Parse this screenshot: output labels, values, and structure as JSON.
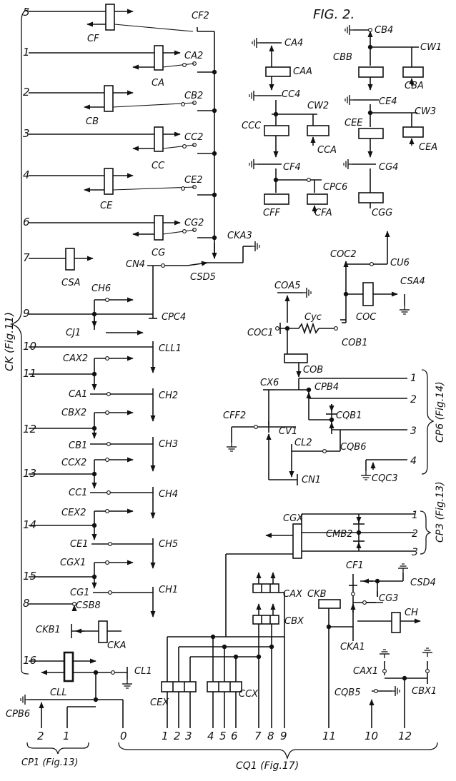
{
  "figure_title": "FIG. 2.",
  "groups": {
    "ck": "CK (Fig.11)",
    "cq1": "CQ1 (Fig.17)",
    "cp1": "CP1 (Fig.13)",
    "cp6": "CP6 (Fig.14)",
    "cp3": "CP3 (Fig.13)"
  },
  "left_terminals": [
    "5",
    "1",
    "2",
    "3",
    "4",
    "6",
    "7",
    "9",
    "10",
    "11",
    "12",
    "13",
    "14",
    "15",
    "8",
    "16"
  ],
  "bottom_terminals": [
    "0",
    "1",
    "2",
    "3",
    "4",
    "5",
    "6",
    "7",
    "8",
    "9",
    "11",
    "10",
    "12"
  ],
  "cp1_terminals": [
    "2",
    "1"
  ],
  "cp6_terminals": [
    "1",
    "2",
    "3",
    "4"
  ],
  "cp3_terminals": [
    "1",
    "2",
    "3"
  ],
  "labels": {
    "cf": "CF",
    "cf2": "CF2",
    "ca": "CA",
    "ca2": "CA2",
    "cb": "CB",
    "cb2": "CB2",
    "cc": "CC",
    "cc2": "CC2",
    "ce": "CE",
    "ce2": "CE2",
    "cg": "CG",
    "cg2": "CG2",
    "csa": "CSA",
    "cn4": "CN4",
    "csd5": "CSD5",
    "cka3": "CKA3",
    "ch6": "CH6",
    "cpc4": "CPC4",
    "cj1": "CJ1",
    "cll1": "CLL1",
    "cax2": "CAX2",
    "ca1": "CA1",
    "ch2": "CH2",
    "cbx2": "CBX2",
    "cb1": "CB1",
    "ch3": "CH3",
    "ccx2": "CCX2",
    "cc1": "CC1",
    "ch4": "CH4",
    "cex2": "CEX2",
    "ce1": "CE1",
    "ch5": "CH5",
    "cgx1": "CGX1",
    "cg1": "CG1",
    "ch1": "CH1",
    "csb8": "CSB8",
    "ckb1": "CKB1",
    "cka": "CKA",
    "cl1": "CL1",
    "cll": "CLL",
    "cpb6": "CPB6",
    "cex": "CEX",
    "ccx": "CCX",
    "cax": "CAX",
    "cbx": "CBX",
    "ckb": "CKB",
    "cf1": "CF1",
    "cg3": "CG3",
    "csd4": "CSD4",
    "cka1": "CKA1",
    "ch": "CH",
    "cax1": "CAX1",
    "cbx1": "CBX1",
    "cqb5": "CQB5",
    "cgx": "CGX",
    "cmb2": "CMB2",
    "ca4": "CA4",
    "caa": "CAA",
    "cc4": "CC4",
    "cw2": "CW2",
    "ccc": "CCC",
    "cca": "CCA",
    "cf4": "CF4",
    "cpc6": "CPC6",
    "cff": "CFF",
    "cfa": "CFA",
    "cb4": "CB4",
    "cw1": "CW1",
    "cbb": "CBB",
    "cba": "CBA",
    "ce4": "CE4",
    "cw3": "CW3",
    "cee": "CEE",
    "cea": "CEA",
    "cg4": "CG4",
    "cgg": "CGG",
    "coc2": "COC2",
    "cu6": "CU6",
    "coa5": "COA5",
    "csa4": "CSA4",
    "coc": "COC",
    "coc1": "COC1",
    "cyc": "Cyc",
    "cob1": "COB1",
    "cob": "COB",
    "cx6": "CX6",
    "cpb4": "CPB4",
    "cqb1": "CQB1",
    "cff2": "CFF2",
    "cv1": "CV1",
    "cl2": "CL2",
    "cqb6": "CQB6",
    "cqc3": "CQC3",
    "cn1": "CN1"
  }
}
